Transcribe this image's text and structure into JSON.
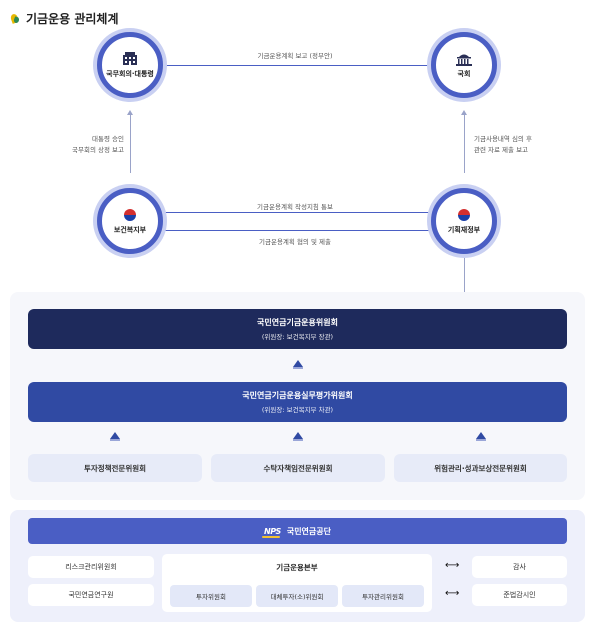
{
  "title": "기금운용 관리체계",
  "nodes": {
    "cabinet": "국무회의·대통령",
    "assembly": "국회",
    "welfare": "보건복지부",
    "finance": "기획재정부"
  },
  "connections": {
    "cabinet_to_assembly": "기금운용계획 보고 (정부안)",
    "welfare_to_finance_top": "기금운용계획 작성지침 통보",
    "welfare_to_finance_bottom": "기금운용계획 협의 및 제출",
    "welfare_to_cabinet_line1": "대통령 승인",
    "welfare_to_cabinet_line2": "국무회의 상정 보고",
    "finance_to_assembly_line1": "기금사용내역 심의 후",
    "finance_to_assembly_line2": "관련 자료 제출 보고"
  },
  "committees": {
    "main_title": "국민연금기금운용위원회",
    "main_sub": "(위원장: 보건복지부 장관)",
    "practice_title": "국민연금기금운용실무평가위원회",
    "practice_sub": "(위원장: 보건복지부 차관)",
    "subs": [
      "투자정책전문위원회",
      "수탁자책임전문위원회",
      "위험관리·성과보상전문위원회"
    ]
  },
  "nps": {
    "logo": "NPS",
    "name": "국민연금공단",
    "left": [
      "리스크관리위원회",
      "국민연금연구원"
    ],
    "hq_title": "기금운용본부",
    "hq_items": [
      "투자위원회",
      "대체투자(소)위원회",
      "투자관리위원회"
    ],
    "right": [
      "감사",
      "준법감시인"
    ]
  },
  "colors": {
    "accent": "#4a5ec4",
    "dark_bar": "#1e2a5c",
    "mid_bar": "#304aa3"
  }
}
